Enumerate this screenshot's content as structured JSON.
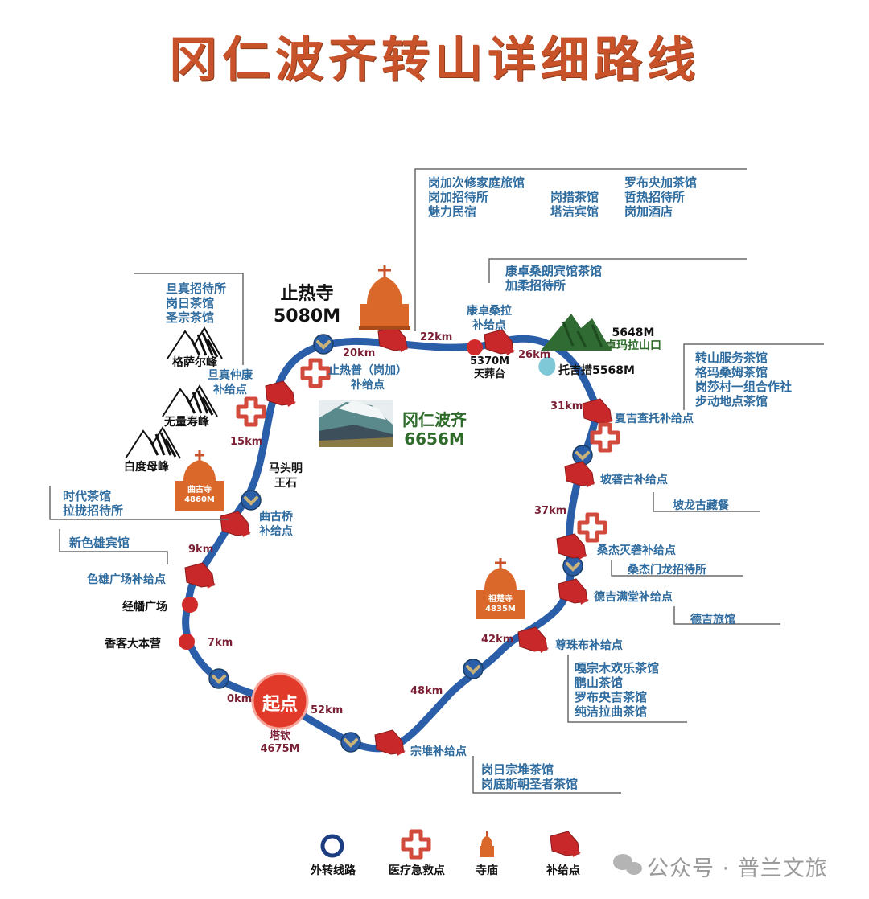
{
  "title": "冈仁波齐转山详细路线",
  "colors": {
    "title": "#c8522a",
    "route": "#2a5ea8",
    "supply": "#c8282a",
    "medical": "#d24a3c",
    "temple": "#d9682a",
    "info_text": "#2e6b9e",
    "km_text": "#7a1f34",
    "peak_text": "#2e6b2a"
  },
  "peak": {
    "name": "冈仁波齐",
    "elevation": "6656M"
  },
  "start": {
    "label": "起点",
    "name": "塔钦",
    "elevation": "4675M"
  },
  "temples": [
    {
      "name": "止热寺",
      "elevation": "5080M"
    },
    {
      "name": "曲古寺",
      "elevation": "4860M"
    },
    {
      "name": "祖楚寺",
      "elevation": "4835M"
    }
  ],
  "mountains": [
    {
      "name": "格萨尔峰"
    },
    {
      "name": "无量寿峰"
    },
    {
      "name": "白度母峰"
    }
  ],
  "pass": {
    "elevation": "5648M",
    "name": "卓玛拉山口"
  },
  "lake": {
    "label": "托吉措5568M"
  },
  "sky_burial": {
    "elevation": "5370M",
    "name": "天葬台"
  },
  "landmarks": {
    "mani_stone": "马头明王石",
    "mani_stone_l1": "马头明",
    "mani_stone_l2": "王石",
    "prayer_square": "经幡广场",
    "pilgrim_camp": "香客大本营"
  },
  "distances": {
    "d0": "0km",
    "d7": "7km",
    "d9": "9km",
    "d15": "15km",
    "d20": "20km",
    "d22": "22km",
    "d26": "26km",
    "d31": "31km",
    "d37": "37km",
    "d42": "42km",
    "d48": "48km",
    "d52": "52km"
  },
  "supply_points": {
    "sexiong": "色雄广场补给点",
    "qugu_l1": "曲古桥",
    "qugu_l2": "补给点",
    "danzhen_l1": "旦真仲康",
    "danzhen_l2": "补给点",
    "zhirepu_l1": "止热普（岗加）",
    "zhirepu_l2": "补给点",
    "kangzhuo_l1": "康卓桑拉",
    "kangzhuo_l2": "补给点",
    "xiaji": "夏吉查托补给点",
    "poxie": "坡砻古补给点",
    "sangjie": "桑杰灭砻补给点",
    "deji": "德吉满堂补给点",
    "zunzhu": "尊珠布补给点",
    "zongdui": "宗堆补给点"
  },
  "info_boxes": {
    "top": {
      "col1": [
        "岗加次修家庭旅馆",
        "岗加招待所",
        "魅力民宿"
      ],
      "col2": [
        "岗措茶馆",
        "塔洁宾馆"
      ],
      "col3": [
        "罗布央加茶馆",
        "哲热招待所",
        "岗加酒店"
      ]
    },
    "kangzhuo": [
      "康卓桑朗宾馆茶馆",
      "加柔招待所"
    ],
    "danzhen": [
      "旦真招待所",
      "岗日茶馆",
      "圣宗茶馆"
    ],
    "pass_right": [
      "转山服务茶馆",
      "格玛桑姆茶馆",
      "岗莎村一组合作社",
      "步动地点茶馆"
    ],
    "qugu": [
      "时代茶馆",
      "拉拢招待所"
    ],
    "sexiong": [
      "新色雄宾馆"
    ],
    "poxie": [
      "坡龙古藏餐"
    ],
    "sangjie": [
      "桑杰门龙招待所"
    ],
    "deji": [
      "德吉旅馆"
    ],
    "zunzhu": [
      "嘎宗木欢乐茶馆",
      "鹏山茶馆",
      "罗布央吉茶馆",
      "纯洁拉曲茶馆"
    ],
    "zongdui": [
      "岗日宗堆茶馆",
      "岗底斯朝圣者茶馆"
    ]
  },
  "legend": [
    {
      "icon": "route-ring-icon",
      "label": "外转线路"
    },
    {
      "icon": "medical-cross-icon",
      "label": "医疗急救点"
    },
    {
      "icon": "temple-icon",
      "label": "寺庙"
    },
    {
      "icon": "supply-point-icon",
      "label": "补给点"
    }
  ],
  "watermark": "公众号 · 普兰文旅"
}
